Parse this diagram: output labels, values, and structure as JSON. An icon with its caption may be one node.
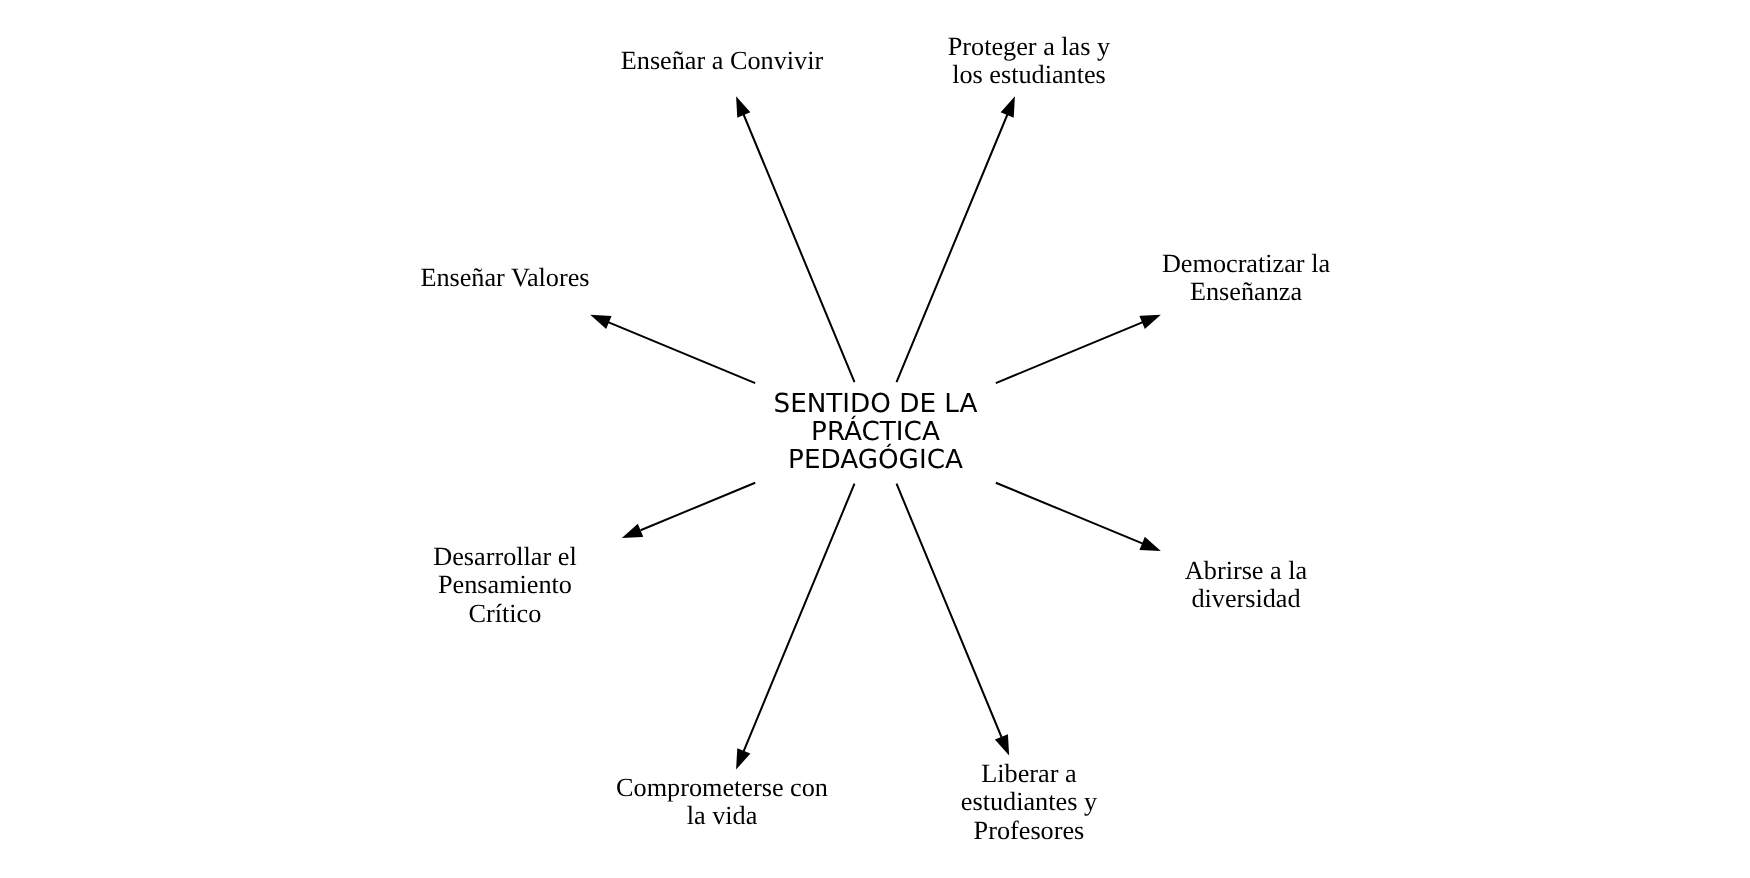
{
  "diagram": {
    "nodes": [
      {
        "text": [
          "SENTIDO DE LA PRÁCTICA PEDAGÓGICA"
        ]
      },
      {
        "text": [
          "Democratizar la Enseñanza"
        ]
      },
      {
        "text": [
          "Proteger a las y los estudiantes"
        ]
      },
      {
        "text": [
          "Enseñar a Convivir"
        ]
      },
      {
        "text": [
          "Enseñar Valores"
        ]
      },
      {
        "text": [
          "Desarrollar el Pensamiento Crítico"
        ]
      },
      {
        "text": [
          "Comprometerse con la vida"
        ]
      },
      {
        "text": [
          "Liberar a estudiantes y Profesores"
        ]
      },
      {
        "text": [
          "Abrirse a la diversidad"
        ]
      }
    ],
    "edges": [
      {
        "from": 0,
        "to": 1,
        "arrow": "to"
      },
      {
        "from": 0,
        "to": 3,
        "arrow": "to"
      },
      {
        "from": 0,
        "to": 5,
        "arrow": "to"
      },
      {
        "from": 0,
        "to": 8,
        "arrow": "to"
      },
      {
        "from": 0,
        "to": 7,
        "arrow": "to"
      },
      {
        "from": 0,
        "to": 6,
        "arrow": "to"
      },
      {
        "from": 0,
        "to": 4,
        "arrow": "to"
      },
      {
        "from": 0,
        "to": 2,
        "arrow": "to"
      }
    ]
  }
}
